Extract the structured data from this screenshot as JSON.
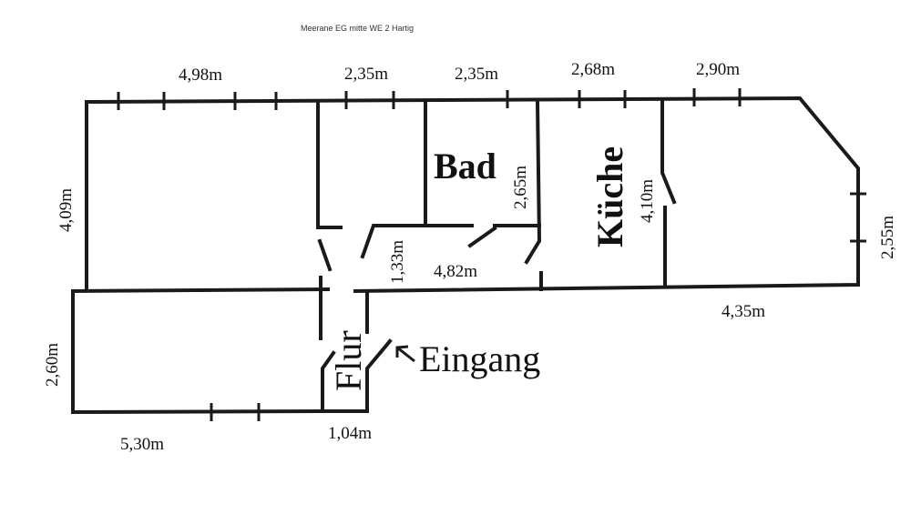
{
  "title": "Meerane EG mitte WE 2 Hartig",
  "rooms": {
    "bad": "Bad",
    "kueche": "Küche",
    "flur": "Flur",
    "eingang": "Eingang"
  },
  "dimensions": {
    "top_left": "4,98m",
    "top_2": "2,35m",
    "top_3": "2,35m",
    "top_4": "2,68m",
    "top_5": "2,90m",
    "left_height": "4,09m",
    "bad_height": "2,65m",
    "kueche_height": "4,10m",
    "right_height": "2,55m",
    "corridor_height": "1,33m",
    "corridor_width": "4,82m",
    "bottom_right": "4,35m",
    "lower_left_height": "2,60m",
    "bottom_left": "5,30m",
    "flur_width": "1,04m"
  }
}
